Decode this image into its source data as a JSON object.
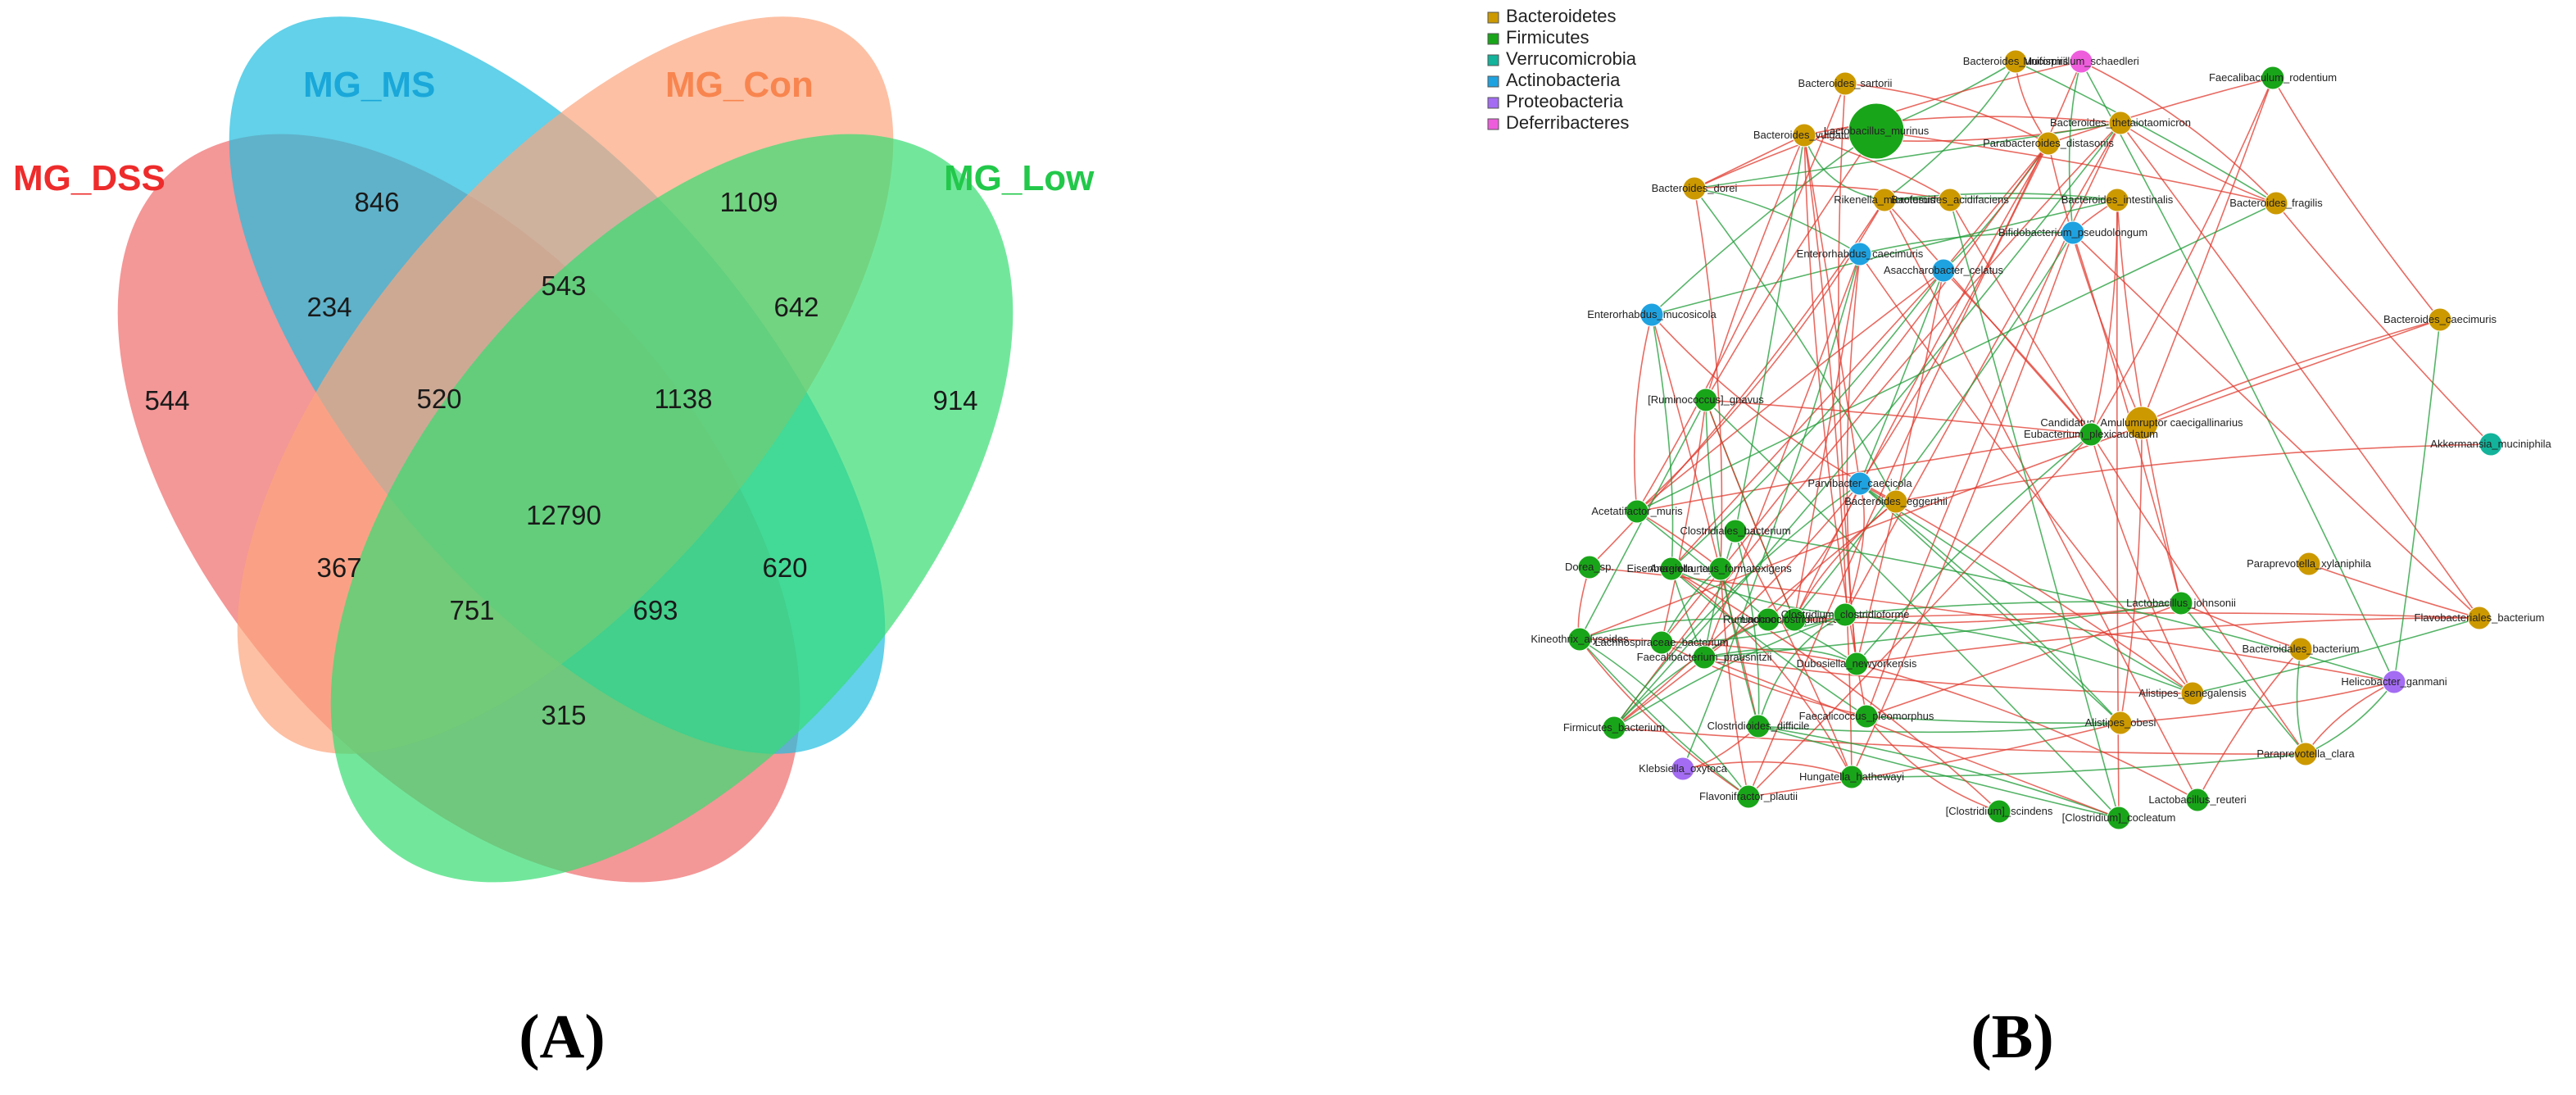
{
  "venn": {
    "sets": [
      {
        "key": "dss",
        "label": "MG_DSS",
        "color": "#f06b6b",
        "label_color": "#ee2b2b"
      },
      {
        "key": "ms",
        "label": "MG_MS",
        "color": "#1fbee0",
        "label_color": "#1aa7d9"
      },
      {
        "key": "con",
        "label": "MG_Con",
        "color": "#fca57e",
        "label_color": "#f8854f"
      },
      {
        "key": "low",
        "label": "MG_Low",
        "color": "#36dd72",
        "label_color": "#22c84a"
      }
    ],
    "regions": {
      "dss_only": "544",
      "ms_only": "846",
      "con_only": "1109",
      "low_only": "914",
      "dss_ms": "234",
      "ms_con": "543",
      "con_low": "642",
      "dss_ms_con": "520",
      "ms_con_low": "1138",
      "all": "12790",
      "dss_con": "367",
      "ms_low": "620",
      "dss_con_low": "751",
      "dss_ms_low": "693",
      "dss_low": "315"
    }
  },
  "network": {
    "legend": [
      {
        "label": "Bacteroidetes",
        "color": "#cc9900"
      },
      {
        "label": "Firmicutes",
        "color": "#19a519"
      },
      {
        "label": "Verrucomicrobia",
        "color": "#12b39a"
      },
      {
        "label": "Actinobacteria",
        "color": "#1fa2e0"
      },
      {
        "label": "Proteobacteria",
        "color": "#a36cf2"
      },
      {
        "label": "Deferribacteres",
        "color": "#ee5ddc"
      }
    ],
    "edge_colors": {
      "positive": "#e0392e",
      "negative": "#1e9b35"
    },
    "nodes": [
      {
        "id": "n1",
        "label": "Bacteroides_sartorii",
        "phylum": 0,
        "size": 1
      },
      {
        "id": "n2",
        "label": "Bacteroides_vulgatus",
        "phylum": 0,
        "size": 1
      },
      {
        "id": "n3",
        "label": "Lactobacillus_murinus",
        "phylum": 1,
        "size": 3
      },
      {
        "id": "n4",
        "label": "Bacteroides_uniformis",
        "phylum": 0,
        "size": 1
      },
      {
        "id": "n5",
        "label": "Mucispirillum_schaedleri",
        "phylum": 5,
        "size": 1
      },
      {
        "id": "n6",
        "label": "Faecalibaculum_rodentium",
        "phylum": 1,
        "size": 1
      },
      {
        "id": "n7",
        "label": "Bacteroides_thetaiotaomicron",
        "phylum": 0,
        "size": 1
      },
      {
        "id": "n8",
        "label": "Parabacteroides_distasonis",
        "phylum": 0,
        "size": 1
      },
      {
        "id": "n9",
        "label": "Bacteroides_dorei",
        "phylum": 0,
        "size": 1
      },
      {
        "id": "n10",
        "label": "Rikenella_microfusus",
        "phylum": 0,
        "size": 1
      },
      {
        "id": "n11",
        "label": "Bacteroides_acidifaciens",
        "phylum": 0,
        "size": 1
      },
      {
        "id": "n12",
        "label": "Bacteroides_intestinalis",
        "phylum": 0,
        "size": 1
      },
      {
        "id": "n13",
        "label": "Bacteroides_fragilis",
        "phylum": 0,
        "size": 1
      },
      {
        "id": "n14",
        "label": "Bifidobacterium_pseudolongum",
        "phylum": 3,
        "size": 1
      },
      {
        "id": "n15",
        "label": "Enterorhabdus_caecimuris",
        "phylum": 3,
        "size": 1
      },
      {
        "id": "n16",
        "label": "Asaccharobacter_celatus",
        "phylum": 3,
        "size": 1
      },
      {
        "id": "n17",
        "label": "Enterorhabdus_mucosicola",
        "phylum": 3,
        "size": 1
      },
      {
        "id": "n18",
        "label": "Bacteroides_caecimuris",
        "phylum": 0,
        "size": 1
      },
      {
        "id": "n19",
        "label": "[Ruminococcus]_gnavus",
        "phylum": 1,
        "size": 1
      },
      {
        "id": "n20",
        "label": "Candidatus_Amulumruptor caecigallinarius",
        "phylum": 0,
        "size": 2
      },
      {
        "id": "n21",
        "label": "Eubacterium_plexicaudatum",
        "phylum": 1,
        "size": 1
      },
      {
        "id": "n22",
        "label": "Akkermansia_muciniphila",
        "phylum": 2,
        "size": 1
      },
      {
        "id": "n23",
        "label": "Parvibacter_caecicola",
        "phylum": 3,
        "size": 1
      },
      {
        "id": "n24",
        "label": "Bacteroides_eggerthii",
        "phylum": 0,
        "size": 1
      },
      {
        "id": "n25",
        "label": "Acetatifactor_muris",
        "phylum": 1,
        "size": 1
      },
      {
        "id": "n26",
        "label": "Clostridiales_bacterium",
        "phylum": 1,
        "size": 1
      },
      {
        "id": "n27",
        "label": "Dorea_sp.",
        "phylum": 1,
        "size": 1
      },
      {
        "id": "n28",
        "label": "Eisenbergiella_tayi",
        "phylum": 1,
        "size": 1
      },
      {
        "id": "n29",
        "label": "Anaerotruncus_formatexigens",
        "phylum": 1,
        "size": 1
      },
      {
        "id": "n30",
        "label": "Paraprevotella_xylaniphila",
        "phylum": 0,
        "size": 1
      },
      {
        "id": "n31",
        "label": "Lactobacillus_johnsonii",
        "phylum": 1,
        "size": 1
      },
      {
        "id": "n32",
        "label": "Flavobacteriales_bacterium",
        "phylum": 0,
        "size": 1
      },
      {
        "id": "n33",
        "label": "Ruminococcus_sp.",
        "phylum": 1,
        "size": 1
      },
      {
        "id": "n34",
        "label": "Lachnoclostridium_sp.",
        "phylum": 1,
        "size": 1
      },
      {
        "id": "n35",
        "label": "Clostridium_clostridioforme",
        "phylum": 1,
        "size": 1
      },
      {
        "id": "n36",
        "label": "Kineothrix_alysoides",
        "phylum": 1,
        "size": 1
      },
      {
        "id": "n37",
        "label": "Lachnospiraceae_bacterium",
        "phylum": 1,
        "size": 1
      },
      {
        "id": "n38",
        "label": "Faecalibacterium_prausnitzii",
        "phylum": 1,
        "size": 1
      },
      {
        "id": "n39",
        "label": "Dubosiella_newyorkensis",
        "phylum": 1,
        "size": 1
      },
      {
        "id": "n40",
        "label": "Bacteroidales_bacterium",
        "phylum": 0,
        "size": 1
      },
      {
        "id": "n41",
        "label": "Helicobacter_ganmani",
        "phylum": 4,
        "size": 1
      },
      {
        "id": "n42",
        "label": "Alistipes_senegalensis",
        "phylum": 0,
        "size": 1
      },
      {
        "id": "n43",
        "label": "Firmicutes_bacterium",
        "phylum": 1,
        "size": 1
      },
      {
        "id": "n44",
        "label": "Clostridioides_difficile",
        "phylum": 1,
        "size": 1
      },
      {
        "id": "n45",
        "label": "Faecalicoccus_pleomorphus",
        "phylum": 1,
        "size": 1
      },
      {
        "id": "n46",
        "label": "Alistipes_obesi",
        "phylum": 0,
        "size": 1
      },
      {
        "id": "n47",
        "label": "Paraprevotella_clara",
        "phylum": 0,
        "size": 1
      },
      {
        "id": "n48",
        "label": "Klebsiella_oxytoca",
        "phylum": 4,
        "size": 1
      },
      {
        "id": "n49",
        "label": "Hungatella_hathewayi",
        "phylum": 1,
        "size": 1
      },
      {
        "id": "n50",
        "label": "Flavonifractor_plautii",
        "phylum": 1,
        "size": 1
      },
      {
        "id": "n51",
        "label": "Lactobacillus_reuteri",
        "phylum": 1,
        "size": 1
      },
      {
        "id": "n52",
        "label": "[Clostridium]_scindens",
        "phylum": 1,
        "size": 1
      },
      {
        "id": "n53",
        "label": "[Clostridium]_cocleatum",
        "phylum": 1,
        "size": 1
      }
    ]
  },
  "panels": {
    "a": "(A)",
    "b": "(B)"
  }
}
